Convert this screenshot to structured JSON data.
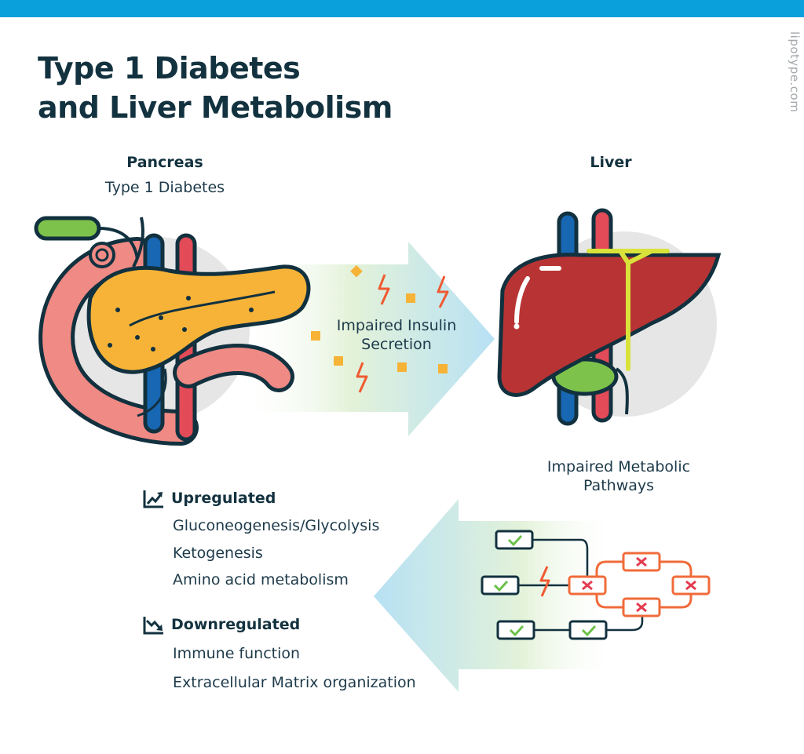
{
  "header": {
    "title_line1": "Type 1 Diabetes",
    "title_line2": "and Liver Metabolism"
  },
  "watermark": "lipotype.com",
  "pancreas": {
    "label": "Pancreas",
    "sublabel": "Type 1 Diabetes"
  },
  "liver": {
    "label": "Liver"
  },
  "insulin_arrow": {
    "line1": "Impaired Insulin",
    "line2": "Secretion"
  },
  "metabolic": {
    "line1": "Impaired Metabolic",
    "line2": "Pathways"
  },
  "upregulated": {
    "heading": "Upregulated",
    "items": [
      "Gluconeogenesis/Glycolysis",
      "Ketogenesis",
      "Amino acid metabolism"
    ]
  },
  "downregulated": {
    "heading": "Downregulated",
    "items": [
      "Immune function",
      "Extracellular Matrix organization"
    ]
  },
  "colors": {
    "brand_blue": "#0aa0dc",
    "title_navy": "#13323f",
    "pancreas_orange": "#f6b338",
    "liver_red": "#b83434",
    "node_red": "#e43b4f",
    "node_orange": "#f06b3a",
    "check_green": "#6cc04a"
  }
}
